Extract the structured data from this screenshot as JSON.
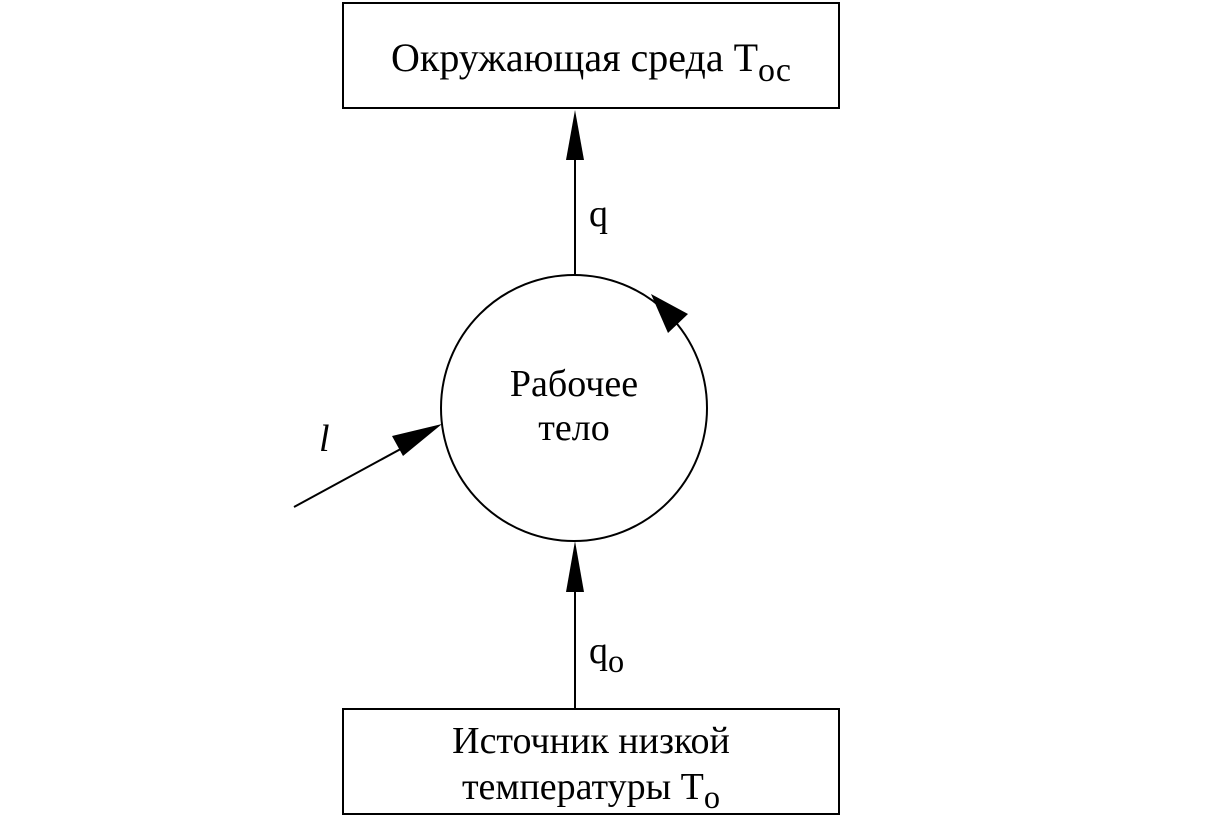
{
  "top_box": {
    "text_main": "Окружающая среда T",
    "text_sub": "ос"
  },
  "bottom_box": {
    "line1": "Источник низкой",
    "line2_main": "температуры T",
    "line2_sub": "о"
  },
  "working_body": {
    "line1": "Рабочее",
    "line2": "тело"
  },
  "labels": {
    "q": "q",
    "qo_main": "q",
    "qo_sub": "о",
    "l": "l"
  }
}
